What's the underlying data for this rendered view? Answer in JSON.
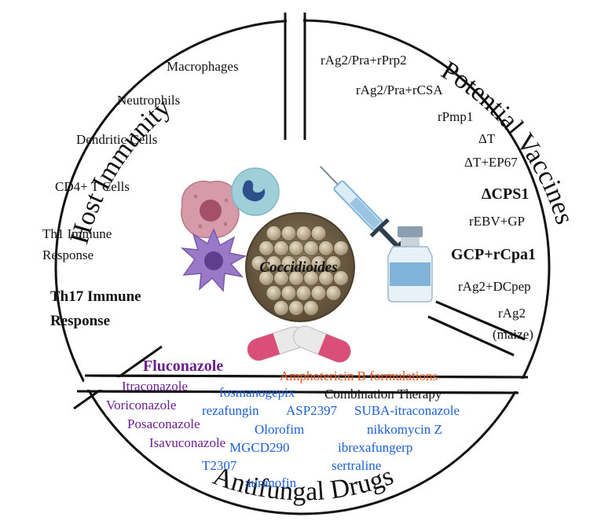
{
  "sections": {
    "host_immunity": {
      "title": "Host Immunity",
      "items": [
        "Macrophages",
        "Neutrophils",
        "Dendritic Cells",
        "CD4+ T Cells",
        "Th1 Immune",
        "Response"
      ],
      "emphasis": [
        "Th17 Immune",
        "Response"
      ]
    },
    "potential_vaccines": {
      "title": "Potential Vaccines",
      "items": [
        "rAg2/Pra+rPrp2",
        "rAg2/Pra+rCSA",
        "rPmp1",
        "ΔT",
        "ΔT+EP67",
        "ΔCPS1",
        "rEBV+GP",
        "GCP+rCpa1",
        "rAg2+DCpep",
        "rAg2",
        "(maize)"
      ]
    },
    "antifungal_drugs": {
      "title": "Antifungal Drugs",
      "azoles_heading": "Fluconazole",
      "azoles": [
        "Itraconazole",
        "Voriconazole",
        "Posaconazole",
        "Isavuconazole"
      ],
      "polyene": "Amphotericin B formulations",
      "combination": "Combination Therapy",
      "investigational": [
        "fosmanogepix",
        "rezafungin",
        "ASP2397",
        "SUBA-itraconazole",
        "Olorofim",
        "nikkomycin Z",
        "MGCD290",
        "ibrexafungerp",
        "T2307",
        "sertraline",
        "auranofin"
      ]
    }
  },
  "center": {
    "organism": "Coccidioides"
  },
  "colors": {
    "azole_purple": "#6a1f8f",
    "polyene_orange": "#e8531c",
    "investigational_blue": "#1d5fd6",
    "pill_pink": "#d94f7a",
    "syringe_blue": "#7fb3d8",
    "macrophage_pink": "#d79aa8",
    "neutrophil_teal": "#9fd0da",
    "dendritic_purple": "#9a7ac8",
    "spherule_brown": "#7a6a4f"
  },
  "icons": [
    "macrophage-icon",
    "neutrophil-icon",
    "dendritic-cell-icon",
    "spherule-icon",
    "syringe-icon",
    "vial-icon",
    "capsule-icon"
  ]
}
